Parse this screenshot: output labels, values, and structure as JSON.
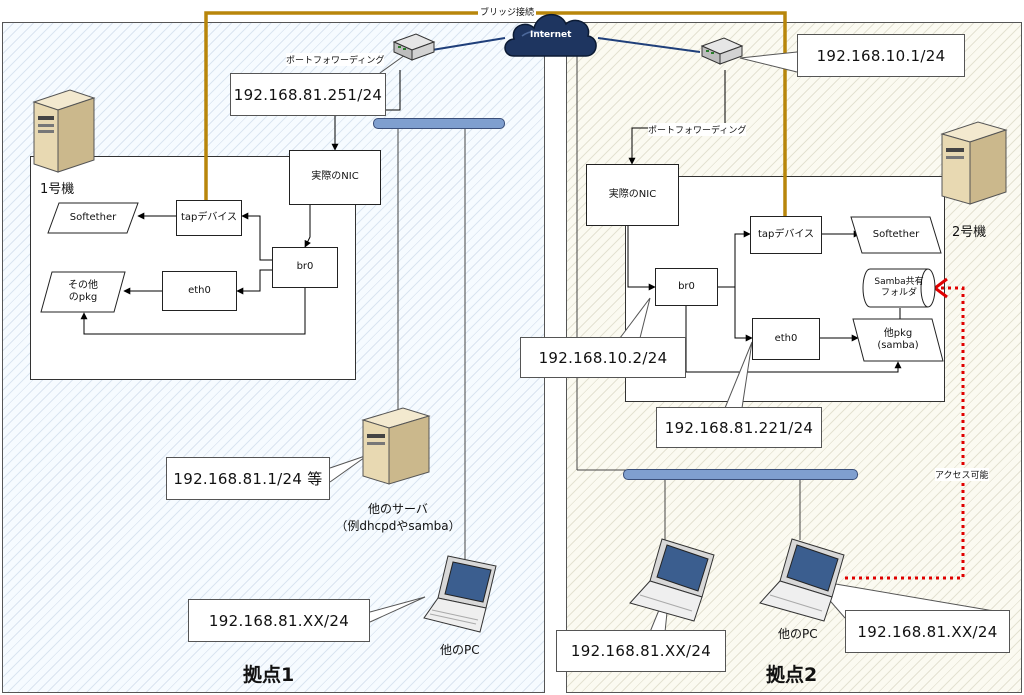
{
  "cloud_label": "Internet",
  "bridge_label": "ブリッジ接続",
  "sites": {
    "site1": {
      "title": "拠点1",
      "machine_label": "1号機",
      "port_forward_label": "ポートフォワーディング",
      "router_ip": "192.168.81.251/24",
      "nic_label": "実際のNIC",
      "tap_label": "tapデバイス",
      "softether_label": "Softether",
      "br0_label": "br0",
      "eth0_label": "eth0",
      "other_pkg_label": "その他\nのpkg",
      "server_ip": "192.168.81.1/24 等",
      "server_label": "他のサーバ\n（例dhcpdやsamba）",
      "pc_ip": "192.168.81.XX/24",
      "pc_label": "他のPC"
    },
    "site2": {
      "title": "拠点2",
      "machine_label": "2号機",
      "port_forward_label": "ポートフォワーディング",
      "router_ip": "192.168.10.1/24",
      "nic_label": "実際のNIC",
      "tap_label": "tapデバイス",
      "softether_label": "Softether",
      "br0_label": "br0",
      "eth0_label": "eth0",
      "samba_folder_label": "Samba共有\nフォルダ",
      "other_pkg_label": "他pkg\n(samba)",
      "br0_ip": "192.168.10.2/24",
      "eth0_ip": "192.168.81.221/24",
      "access_label": "アクセス可能",
      "pc1_ip": "192.168.81.XX/24",
      "pc2_label": "他のPC",
      "pc2_ip": "192.168.81.XX/24"
    }
  },
  "colors": {
    "bridge_line": "#b8860b",
    "wan_line": "#1f3f7a",
    "access_dotted": "#e00000",
    "lan_bar": "#7f9fcf"
  }
}
